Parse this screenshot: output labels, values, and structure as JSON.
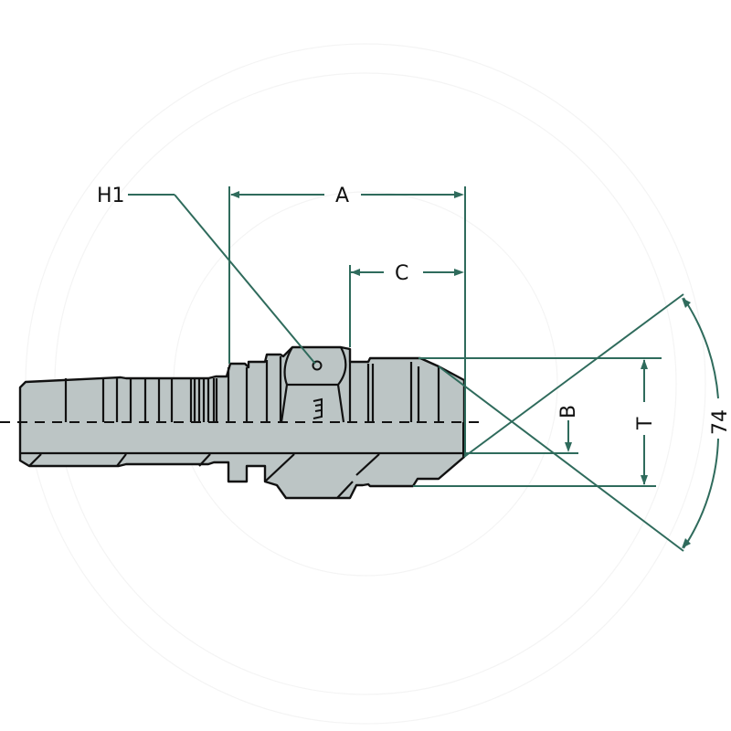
{
  "drawing": {
    "title": "Hose fitting – male JIC 74° cone, technical dimension drawing",
    "colors": {
      "dimension_line": "#2f6b5c",
      "body_fill": "#bcc5c5",
      "outline": "#111111",
      "background": "#ffffff"
    },
    "labels": {
      "h1": "H1",
      "a": "A",
      "c": "C",
      "b": "B",
      "t": "T",
      "angle": "74"
    },
    "callouts": [
      {
        "id": "H1",
        "meaning": "hex/port marking leader"
      },
      {
        "id": "A",
        "meaning": "overall length from collar to cone tip"
      },
      {
        "id": "C",
        "meaning": "length from hex to cone tip"
      },
      {
        "id": "B",
        "meaning": "bore"
      },
      {
        "id": "T",
        "meaning": "thread diameter"
      },
      {
        "id": "74",
        "meaning": "cone angle (degrees)"
      }
    ]
  }
}
